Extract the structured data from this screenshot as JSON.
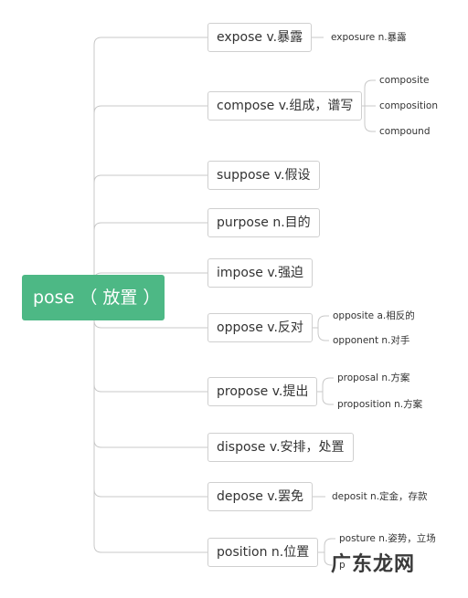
{
  "root": {
    "label": "pose （ 放置 ）"
  },
  "branches": [
    {
      "label": "expose v.暴露",
      "children": [
        "exposure n.暴露"
      ]
    },
    {
      "label": "compose v.组成，谱写",
      "children": [
        "composite",
        "composition",
        "compound"
      ]
    },
    {
      "label": "suppose v.假设",
      "children": []
    },
    {
      "label": "purpose n.目的",
      "children": []
    },
    {
      "label": "impose v.强迫",
      "children": []
    },
    {
      "label": "oppose v.反对",
      "children": [
        "opposite a.相反的",
        "opponent n.对手"
      ]
    },
    {
      "label": "propose v.提出",
      "children": [
        "proposal n.方案",
        "proposition n.方案"
      ]
    },
    {
      "label": "dispose v.安排，处置",
      "children": []
    },
    {
      "label": "depose v.罢免",
      "children": [
        "deposit n.定金，存款"
      ]
    },
    {
      "label": "position n.位置",
      "children": [
        "posture n.姿势，立场",
        "p"
      ]
    }
  ],
  "watermark": "广东龙网",
  "colors": {
    "root_fill": "#4db885",
    "line": "#c8c8c8",
    "node_border": "#cfcfcf"
  }
}
